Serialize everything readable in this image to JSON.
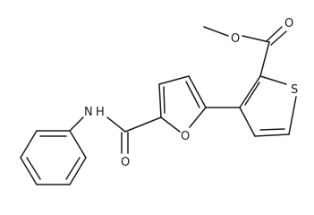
{
  "atom_labels": {
    "amide_nitrogen": "N",
    "amide_hydrogen": "H",
    "amide_oxygen": "O",
    "furan_oxygen": "O",
    "ester_ether_oxygen": "O",
    "ester_carbonyl_oxygen": "O",
    "thiophene_sulfur": "S"
  }
}
